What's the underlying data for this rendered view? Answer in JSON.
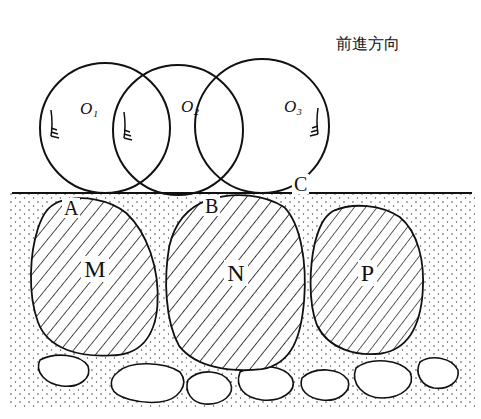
{
  "diagram": {
    "nodes": [
      {
        "text": [
          "O₁"
        ]
      },
      {
        "text": [
          "O₂"
        ]
      },
      {
        "text": [
          "O₃"
        ]
      },
      {
        "text": [
          "M"
        ]
      },
      {
        "text": [
          "N"
        ]
      },
      {
        "text": [
          "P"
        ]
      }
    ],
    "labels": [
      "A",
      "B",
      "C",
      "前進方向"
    ]
  }
}
